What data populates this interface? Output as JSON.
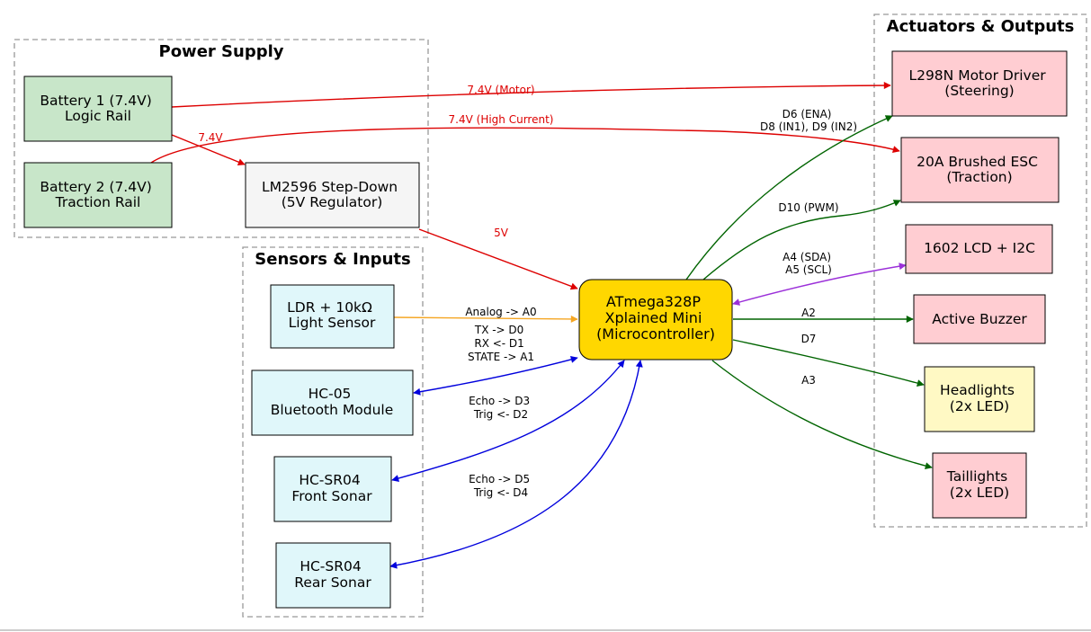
{
  "clusters": {
    "power": {
      "label": "Power Supply"
    },
    "sensors": {
      "label": "Sensors & Inputs"
    },
    "actuators": {
      "label": "Actuators & Outputs"
    }
  },
  "colors": {
    "power_node": "#c8e6c9",
    "regulator_node": "#f5f5f5",
    "sensor_node": "#e0f7fa",
    "actuator_node": "#ffcdd2",
    "headlight_node": "#fff9c4",
    "mcu_node": "#ffd700",
    "power_edge": "#dd0000",
    "analog_edge": "#f5a623",
    "bidirectional_edge": "#0000dd",
    "output_edge": "#006400",
    "i2c_edge": "#9b30d9"
  },
  "nodes": {
    "battery1": {
      "lines": [
        "Battery 1 (7.4V)",
        "Logic Rail"
      ]
    },
    "battery2": {
      "lines": [
        "Battery 2 (7.4V)",
        "Traction Rail"
      ]
    },
    "regulator": {
      "lines": [
        "LM2596 Step-Down",
        "(5V Regulator)"
      ]
    },
    "ldr": {
      "lines": [
        "LDR + 10kΩ",
        "Light Sensor"
      ]
    },
    "hc05": {
      "lines": [
        "HC-05",
        "Bluetooth Module"
      ]
    },
    "sonar_front": {
      "lines": [
        "HC-SR04",
        "Front Sonar"
      ]
    },
    "sonar_rear": {
      "lines": [
        "HC-SR04",
        "Rear Sonar"
      ]
    },
    "mcu": {
      "lines": [
        "ATmega328P",
        "Xplained Mini",
        "(Microcontroller)"
      ]
    },
    "motor_driver": {
      "lines": [
        "L298N Motor Driver",
        "(Steering)"
      ]
    },
    "esc": {
      "lines": [
        "20A Brushed ESC",
        "(Traction)"
      ]
    },
    "lcd": {
      "lines": [
        "1602 LCD + I2C"
      ]
    },
    "buzzer": {
      "lines": [
        "Active Buzzer"
      ]
    },
    "headlights": {
      "lines": [
        "Headlights",
        "(2x LED)"
      ]
    },
    "taillights": {
      "lines": [
        "Taillights",
        "(2x LED)"
      ]
    }
  },
  "edges": {
    "b1_motor": {
      "lines": [
        "7.4V (Motor)"
      ]
    },
    "b2_esc": {
      "lines": [
        "7.4V (High Current)"
      ]
    },
    "b1_reg": {
      "lines": [
        "7.4V"
      ]
    },
    "reg_mcu": {
      "lines": [
        "5V"
      ]
    },
    "ldr_mcu": {
      "lines": [
        "Analog -> A0"
      ]
    },
    "hc05_mcu": {
      "lines": [
        "TX -> D0",
        "RX <- D1",
        "STATE -> A1"
      ]
    },
    "front_mcu": {
      "lines": [
        "Echo -> D3",
        "Trig <- D2"
      ]
    },
    "rear_mcu": {
      "lines": [
        "Echo -> D5",
        "Trig <- D4"
      ]
    },
    "mcu_motor": {
      "lines": [
        "D6 (ENA)",
        "D8 (IN1), D9 (IN2)"
      ]
    },
    "mcu_esc": {
      "lines": [
        "D10 (PWM)"
      ]
    },
    "mcu_lcd": {
      "lines": [
        "A4 (SDA)",
        "A5 (SCL)"
      ]
    },
    "mcu_buzzer": {
      "lines": [
        "A2"
      ]
    },
    "mcu_head": {
      "lines": [
        "D7"
      ]
    },
    "mcu_tail": {
      "lines": [
        "A3"
      ]
    }
  }
}
